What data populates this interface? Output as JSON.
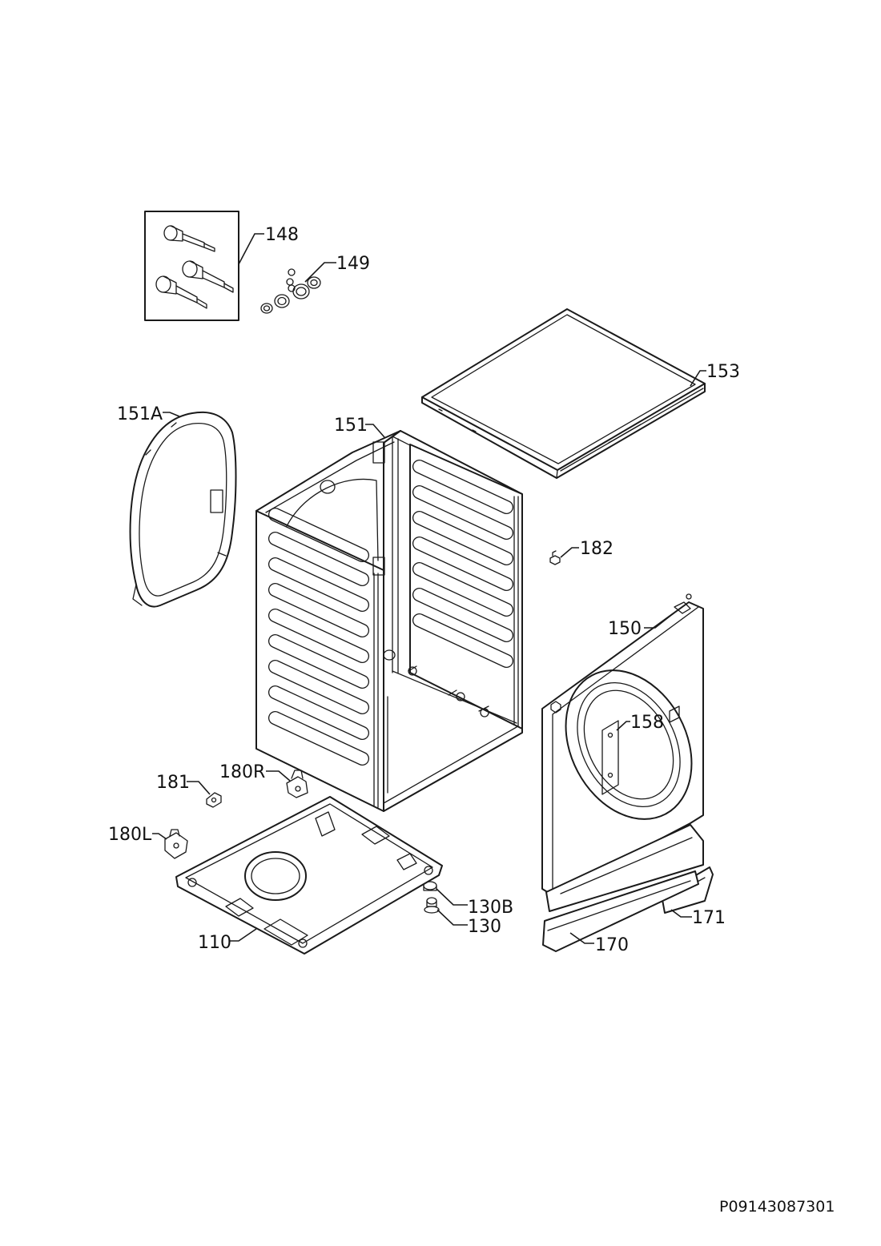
{
  "document_id": "P09143087301",
  "parts": [
    {
      "id": "148",
      "name": "part-148"
    },
    {
      "id": "149",
      "name": "part-149"
    },
    {
      "id": "153",
      "name": "part-153"
    },
    {
      "id": "151A",
      "name": "part-151a"
    },
    {
      "id": "151",
      "name": "part-151"
    },
    {
      "id": "182",
      "name": "part-182"
    },
    {
      "id": "150",
      "name": "part-150"
    },
    {
      "id": "158",
      "name": "part-158"
    },
    {
      "id": "180R",
      "name": "part-180r"
    },
    {
      "id": "181",
      "name": "part-181"
    },
    {
      "id": "180L",
      "name": "part-180l"
    },
    {
      "id": "130B",
      "name": "part-130b"
    },
    {
      "id": "130",
      "name": "part-130"
    },
    {
      "id": "171",
      "name": "part-171"
    },
    {
      "id": "110",
      "name": "part-110"
    },
    {
      "id": "170",
      "name": "part-170"
    }
  ]
}
